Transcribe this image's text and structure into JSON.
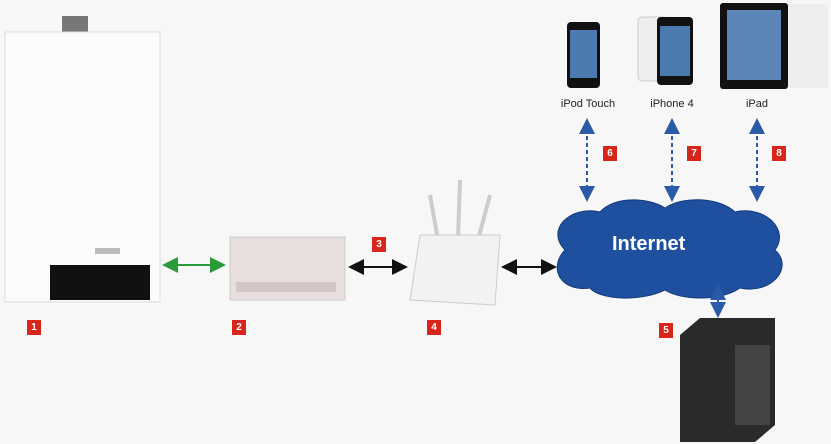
{
  "devices": {
    "ipod": "iPod Touch",
    "iphone": "iPhone 4",
    "ipad": "iPad"
  },
  "cloud_label": "Internet",
  "numbers": [
    "1",
    "2",
    "3",
    "4",
    "5",
    "6",
    "7",
    "8"
  ],
  "colors": {
    "cloud": "#1f4f9f",
    "badge": "#d9261c",
    "link_green": "#2a9a3a",
    "dashed": "#2b5aa8"
  }
}
